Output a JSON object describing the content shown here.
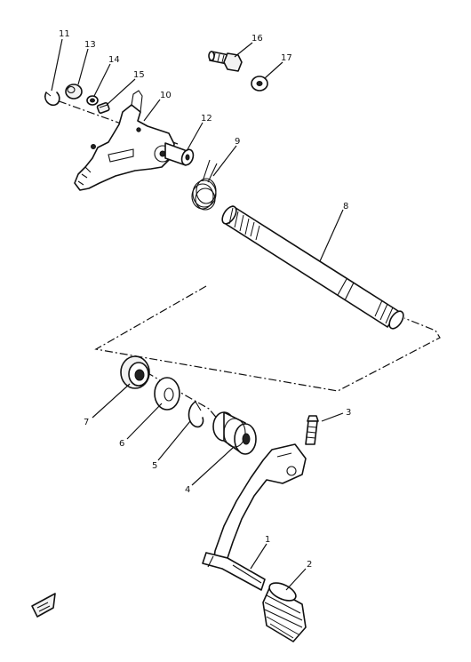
{
  "callouts": {
    "n1": "1",
    "n2": "2",
    "n3": "3",
    "n4": "4",
    "n5": "5",
    "n6": "6",
    "n7": "7",
    "n8": "8",
    "n9": "9",
    "n10": "10",
    "n11": "11",
    "n12": "12",
    "n13": "13",
    "n14": "14",
    "n15": "15",
    "n16": "16",
    "n17": "17"
  },
  "colors": {
    "line": "#111111",
    "paper": "#ffffff"
  }
}
